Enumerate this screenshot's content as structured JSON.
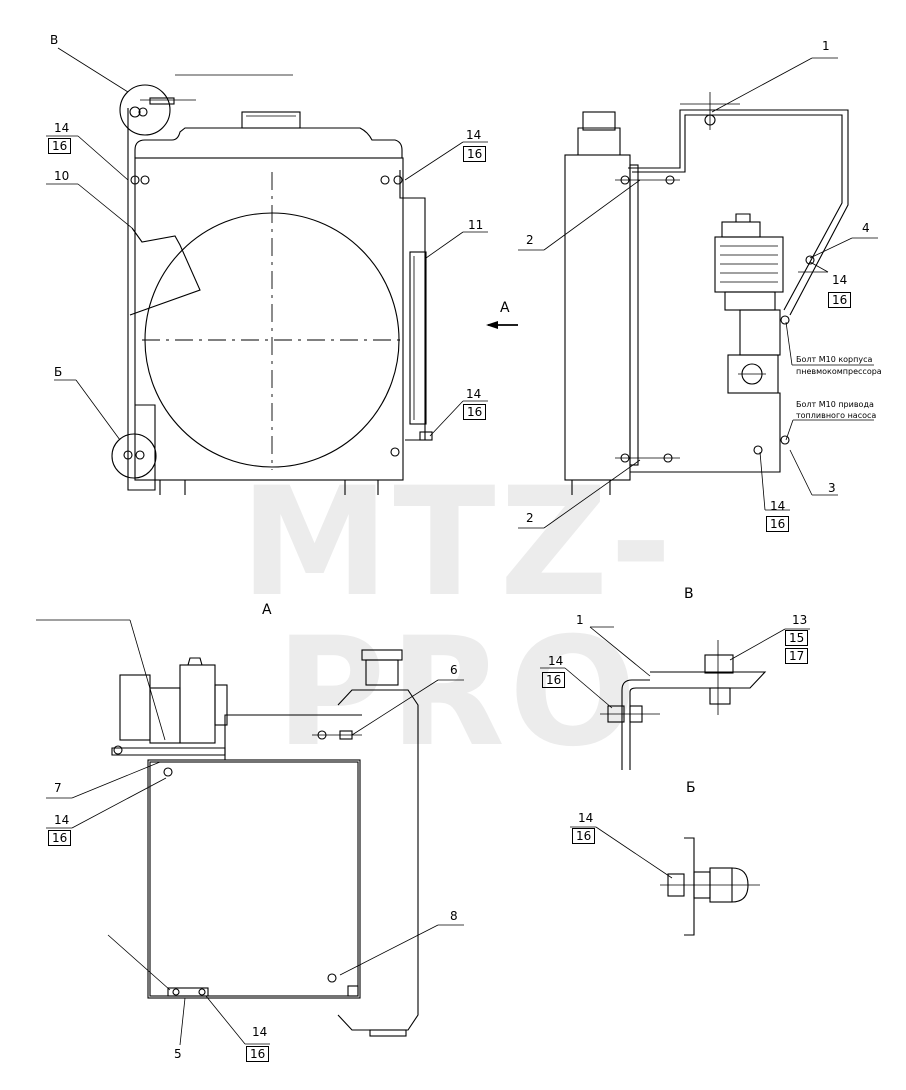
{
  "watermark": "MTZ-PRO",
  "views": {
    "A": "А",
    "B": "Б",
    "V": "В"
  },
  "callouts": {
    "n1": "1",
    "n2": "2",
    "n3": "3",
    "n4": "4",
    "n5": "5",
    "n6": "6",
    "n7": "7",
    "n8": "8",
    "n10": "10",
    "n11": "11",
    "n13": "13",
    "n14": "14",
    "n15": "15",
    "n16": "16",
    "n17": "17"
  },
  "notes": {
    "compressor_line1": "Болт М10 корпуса",
    "compressor_line2": "пневмокомпрессора",
    "pump_line1": "Болт М10 привода",
    "pump_line2": "топливного насоса"
  }
}
